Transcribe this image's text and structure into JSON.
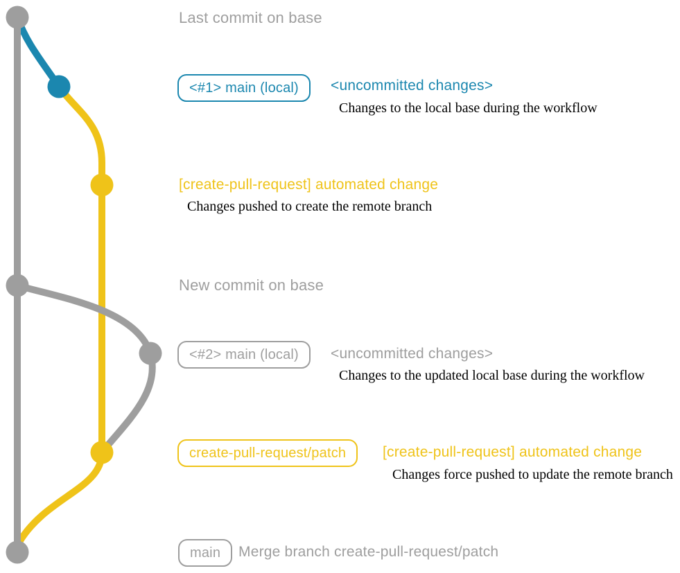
{
  "colors": {
    "gray": "#9e9e9e",
    "blue": "#1b87af",
    "yellow": "#efc319",
    "note": "#000000"
  },
  "rows": [
    {
      "id": "last-commit-on-base",
      "label": "Last commit on base"
    },
    {
      "id": "main-local-1",
      "branch_tag": "<#1> main (local)",
      "message": "<uncommitted changes>",
      "note": "Changes to the local base during the workflow"
    },
    {
      "id": "automated-change-1",
      "message": "[create-pull-request] automated change",
      "note": "Changes pushed to create the remote branch"
    },
    {
      "id": "new-commit-on-base",
      "label": "New commit on base"
    },
    {
      "id": "main-local-2",
      "branch_tag": "<#2> main (local)",
      "message": "<uncommitted changes>",
      "note": "Changes to the updated local base during the workflow"
    },
    {
      "id": "automated-change-2",
      "branch_tag": "create-pull-request/patch",
      "message": "[create-pull-request] automated change",
      "note": "Changes force pushed to update the remote branch"
    },
    {
      "id": "merge-commit",
      "branch_tag": "main",
      "message": "Merge branch create-pull-request/patch"
    }
  ]
}
